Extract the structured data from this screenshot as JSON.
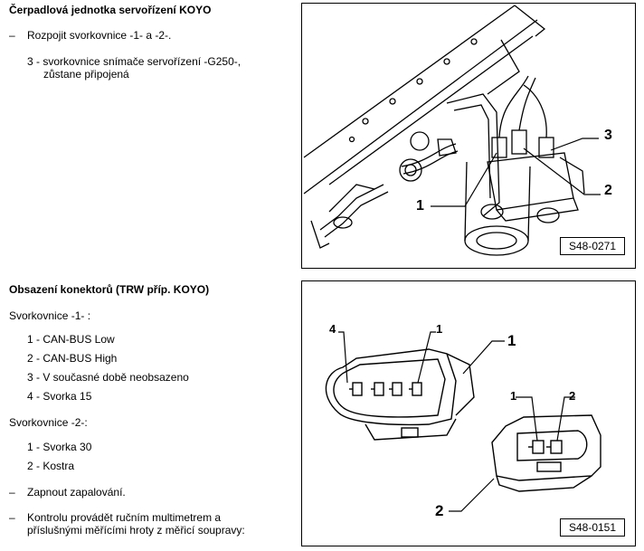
{
  "section1": {
    "title": "Čerpadlová jednotka servořízení KOYO",
    "step1_dash": "–",
    "step1_text": "Rozpojit svorkovnice -1- a -2-.",
    "note1_line1": "3 - svorkovnice snímače servořízení -G250-,",
    "note1_line2": "zůstane připojená"
  },
  "figure1": {
    "code": "S48-0271",
    "callout_1": "1",
    "callout_2": "2",
    "callout_3": "3"
  },
  "section2": {
    "title": "Obsazení konektorů (TRW příp. KOYO)",
    "terminal1_label": "Svorkovnice -1- :",
    "terminal1_items": [
      "1 - CAN-BUS Low",
      "2 - CAN-BUS High",
      "3 - V současné době neobsazeno",
      "4 - Svorka 15"
    ],
    "terminal2_label": "Svorkovnice -2-:",
    "terminal2_items": [
      "1 - Svorka 30",
      "2 - Kostra"
    ],
    "step2_dash": "–",
    "step2_text": "Zapnout zapalování.",
    "step3_dash": "–",
    "step3_line1": "Kontrolu provádět ručním multimetrem a",
    "step3_line2": "příslušnými měřícími hroty z měřicí soupravy:"
  },
  "figure2": {
    "code": "S48-0151",
    "conn1_pin4": "4",
    "conn1_pin1": "1",
    "conn1_label": "1",
    "conn2_pin1": "1",
    "conn2_pin2": "2",
    "conn2_label": "2"
  }
}
